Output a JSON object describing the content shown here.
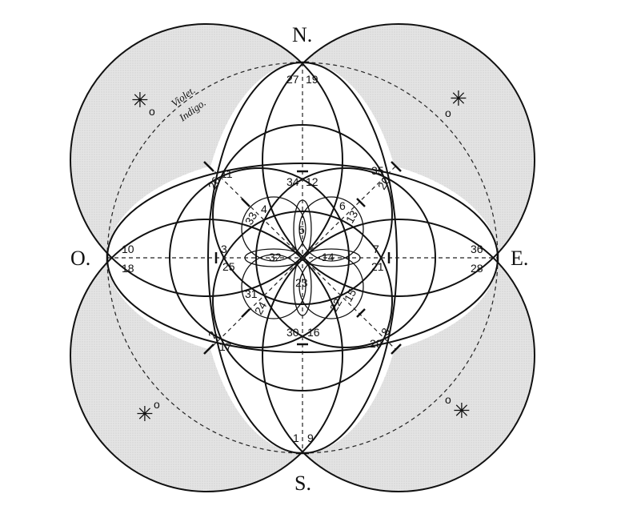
{
  "directions": {
    "north": "N.",
    "south": "S.",
    "east": "E.",
    "west": "O."
  },
  "bands": {
    "violet": "Violet.",
    "indigo": "Indigo."
  },
  "star_glyph": "✳",
  "marker_glyph": "o",
  "numbers": {
    "n1": "27",
    "n2": "19",
    "s1": "1",
    "s2": "9",
    "w1": "10",
    "w2": "18",
    "e1": "36",
    "e2": "28",
    "nw1": "26",
    "nw2": "11",
    "ne1": "35",
    "ne2": "20",
    "sw1": "2",
    "sw2": "17",
    "se1": "29",
    "se2": "8",
    "in_n1": "34",
    "in_n2": "12",
    "in_s1": "30",
    "in_s2": "16",
    "in_w1": "3",
    "in_w2": "25",
    "in_e1": "7",
    "in_e2": "21",
    "in_nw1": "33",
    "in_nw2": "4",
    "in_ne1": "6",
    "in_ne2": "13",
    "in_sw1": "31",
    "in_sw2": "24",
    "in_se1": "22",
    "in_se2": "15",
    "pet_n": "5",
    "pet_s": "23",
    "pet_w": "32",
    "pet_e": "14"
  }
}
